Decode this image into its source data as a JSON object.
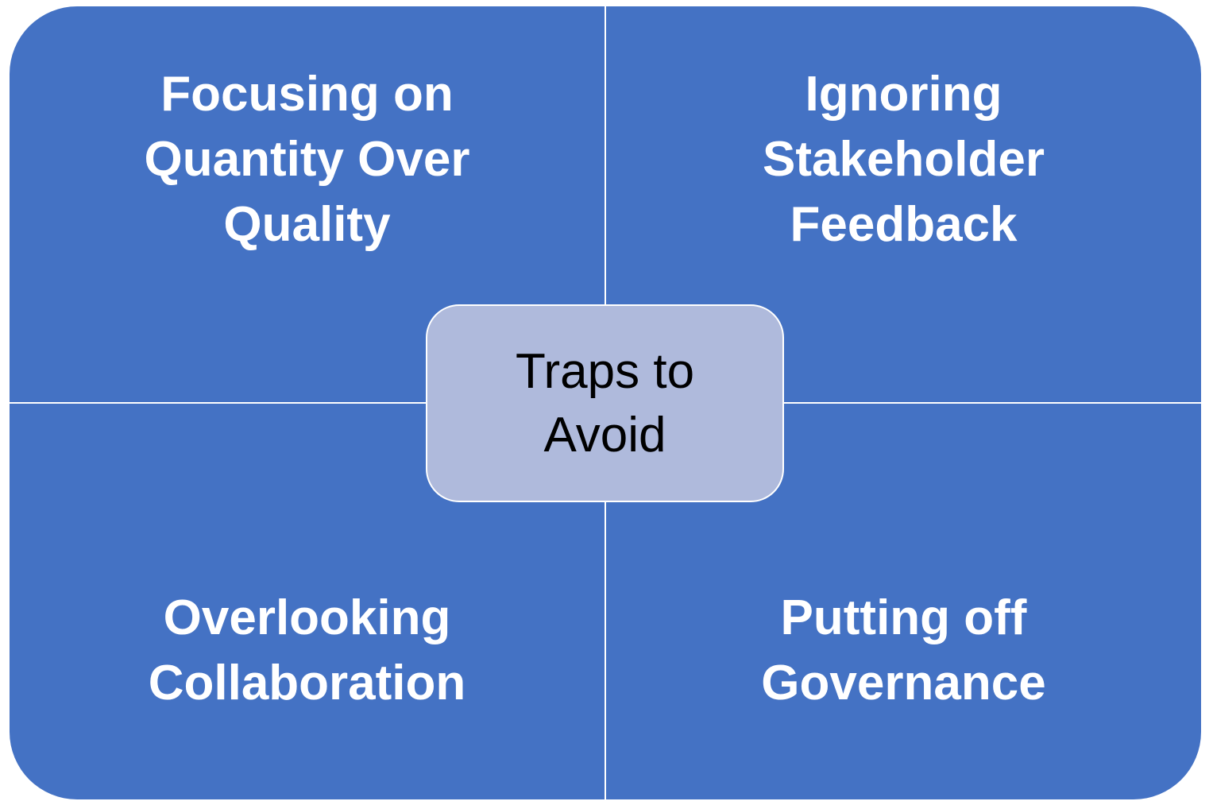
{
  "center": {
    "lines": [
      "Traps to",
      "Avoid"
    ]
  },
  "quadrants": [
    {
      "lines": [
        "Focusing on",
        "Quantity Over",
        "Quality"
      ]
    },
    {
      "lines": [
        "Ignoring",
        "Stakeholder",
        "Feedback"
      ]
    },
    {
      "lines": [
        "Overlooking",
        "Collaboration"
      ]
    },
    {
      "lines": [
        "Putting off",
        "Governance"
      ]
    }
  ],
  "colors": {
    "quadrant": "#4472C4",
    "center": "#AFBADC",
    "divider": "#FFFFFF"
  }
}
